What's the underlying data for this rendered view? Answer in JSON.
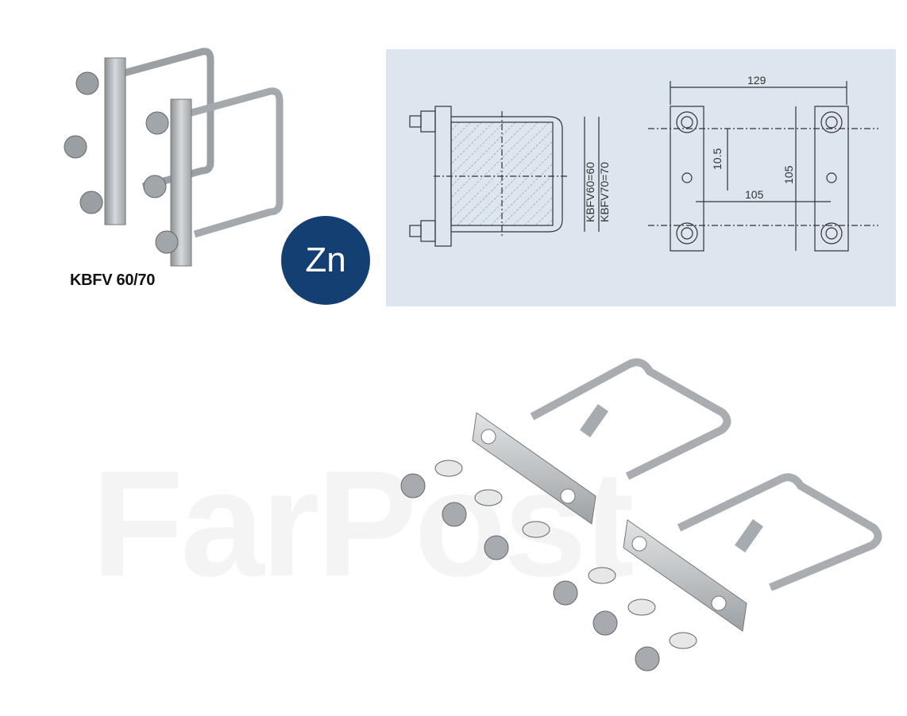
{
  "product": {
    "title": "KBFV 60/70",
    "badge": "Zn"
  },
  "drawing": {
    "dim_overall_width": "129",
    "dim_hole_spacing_vertical": "105",
    "dim_hole_spacing_horizontal": "105",
    "dim_offset": "10.5",
    "label_kbfv60": "KBFV60=60",
    "label_kbfv70": "KBFV70=70"
  },
  "watermark": {
    "text": "FarPost"
  },
  "colors": {
    "badge_bg": "#143f73",
    "panel_bg": "#dde6ee",
    "metal": "#b8bcc0"
  }
}
